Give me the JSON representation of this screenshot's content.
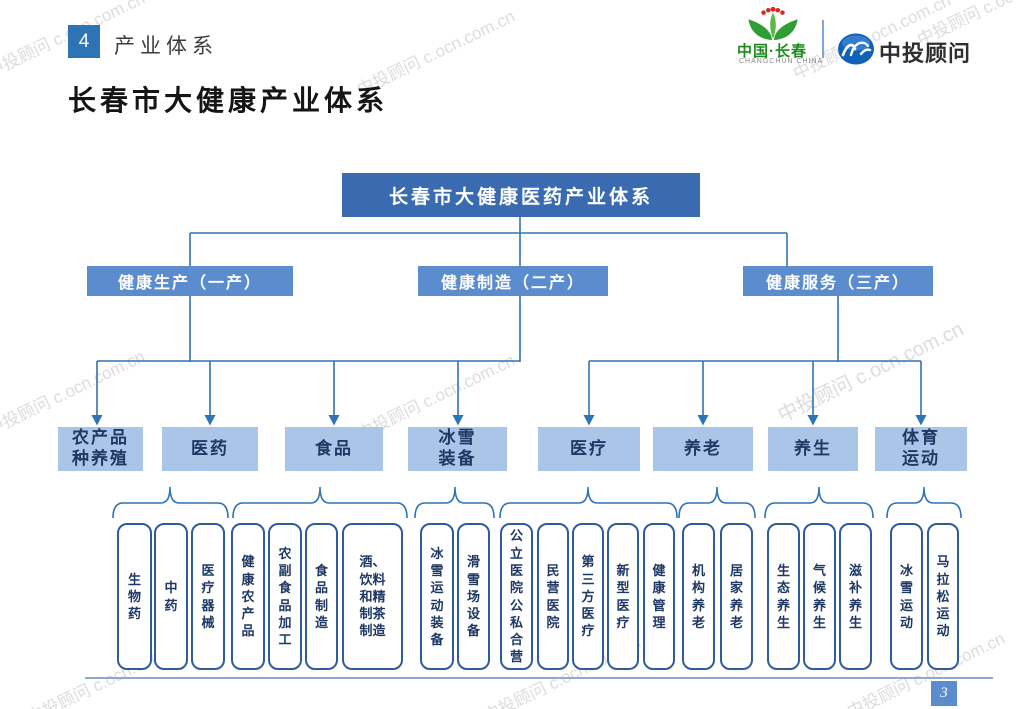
{
  "header": {
    "section_number": "4",
    "section_title": "产业体系"
  },
  "logos": {
    "changchun_name": "中国·长春",
    "changchun_subtitle": "CHANGCHUN CHINA",
    "cic_name": "中投顾问"
  },
  "page_title": "长春市大健康产业体系",
  "watermark_text": "中投顾问 c.ocn.com.cn",
  "page_number": "3",
  "colors": {
    "root_fill": "#3A6BB0",
    "l2_fill": "#5B8CCE",
    "l3_fill": "#A9C6E8",
    "line_blue": "#2E74B5",
    "navy": "#1F3864",
    "leaf_border": "#2E5C9E"
  },
  "diagram": {
    "root": "长春市大健康医药产业体系",
    "level2": [
      "健康生产（一产）",
      "健康制造（二产）",
      "健康服务（三产）"
    ],
    "level3": [
      "农产品\n种养殖",
      "医药",
      "食品",
      "冰雪\n装备",
      "医疗",
      "养老",
      "养生",
      "体育\n运动"
    ],
    "level4_groups": [
      [
        "生物药",
        "中药",
        "医疗器械"
      ],
      [
        "健康农产品",
        "农副食品加工",
        "食品制造",
        "酒、饮料和精制茶制造"
      ],
      [
        "冰雪运动装备",
        "滑雪场设备"
      ],
      [
        "公立医院公私合营",
        "民营医院",
        "第三方医疗",
        "新型医疗",
        "健康管理"
      ],
      [
        "机构养老",
        "居家养老"
      ],
      [
        "生态养生",
        "气候养生",
        "滋补养生"
      ],
      [
        "冰雪运动",
        "马拉松运动"
      ]
    ]
  }
}
